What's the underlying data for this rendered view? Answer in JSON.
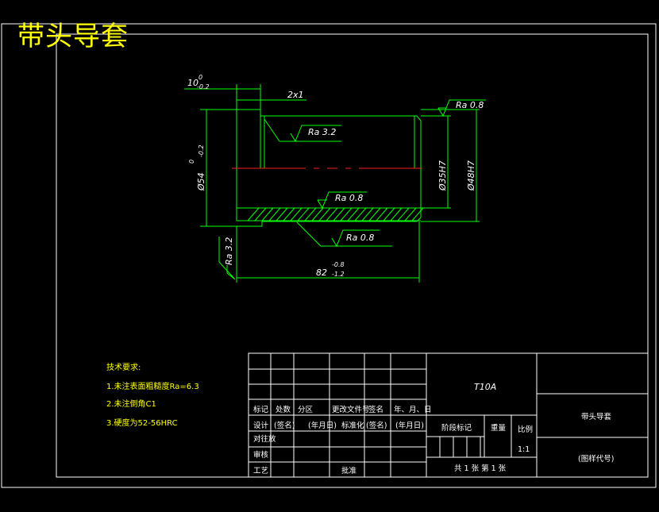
{
  "title": "带头导套",
  "colors": {
    "background": "#000000",
    "frame": "#ffffff",
    "lines": "#00ff00",
    "centerline": "#ff2020",
    "title_text": "#ffff00"
  },
  "dimensions": {
    "length_top": "10",
    "length_top_upper": "0",
    "length_top_lower": "-0.2",
    "chamfer": "2x1",
    "outer_diameter": "Ø54",
    "outer_diameter_upper": "0",
    "outer_diameter_lower": "-0.2",
    "bore_diameter": "Ø35H7",
    "body_diameter": "Ø48H7",
    "total_length": "82",
    "total_length_upper": "-0.8",
    "total_length_lower": "-1.2"
  },
  "roughness": {
    "top_right": "Ra 0.8",
    "groove": "Ra 3.2",
    "bore": "Ra 0.8",
    "lower_leader": "Ra 0.8",
    "left_face": "Ra 3.2"
  },
  "tech_requirements": {
    "heading": "技术要求:",
    "items": [
      "1.未注表面粗糙度Ra=6.3",
      "2.未注倒角C1",
      "3.硬度为52-56HRC"
    ]
  },
  "title_block": {
    "material": "T10A",
    "part_name": "带头导套",
    "drawing_number": "(图样代号)",
    "headers": [
      "标记",
      "处数",
      "分区",
      "更改文件号",
      "签名",
      "年、月、日"
    ],
    "design_row": [
      "设计",
      "(签名)",
      "(年月日)",
      "标准化",
      "(签名)",
      "(年月日)"
    ],
    "row_labels": [
      "对往放",
      "审核",
      "工艺"
    ],
    "approve": "批准",
    "stage_mark": "阶段标记",
    "weight": "重量",
    "scale": "比例",
    "scale_value": "1:1",
    "sheets": "共 1 张   第 1 张"
  }
}
